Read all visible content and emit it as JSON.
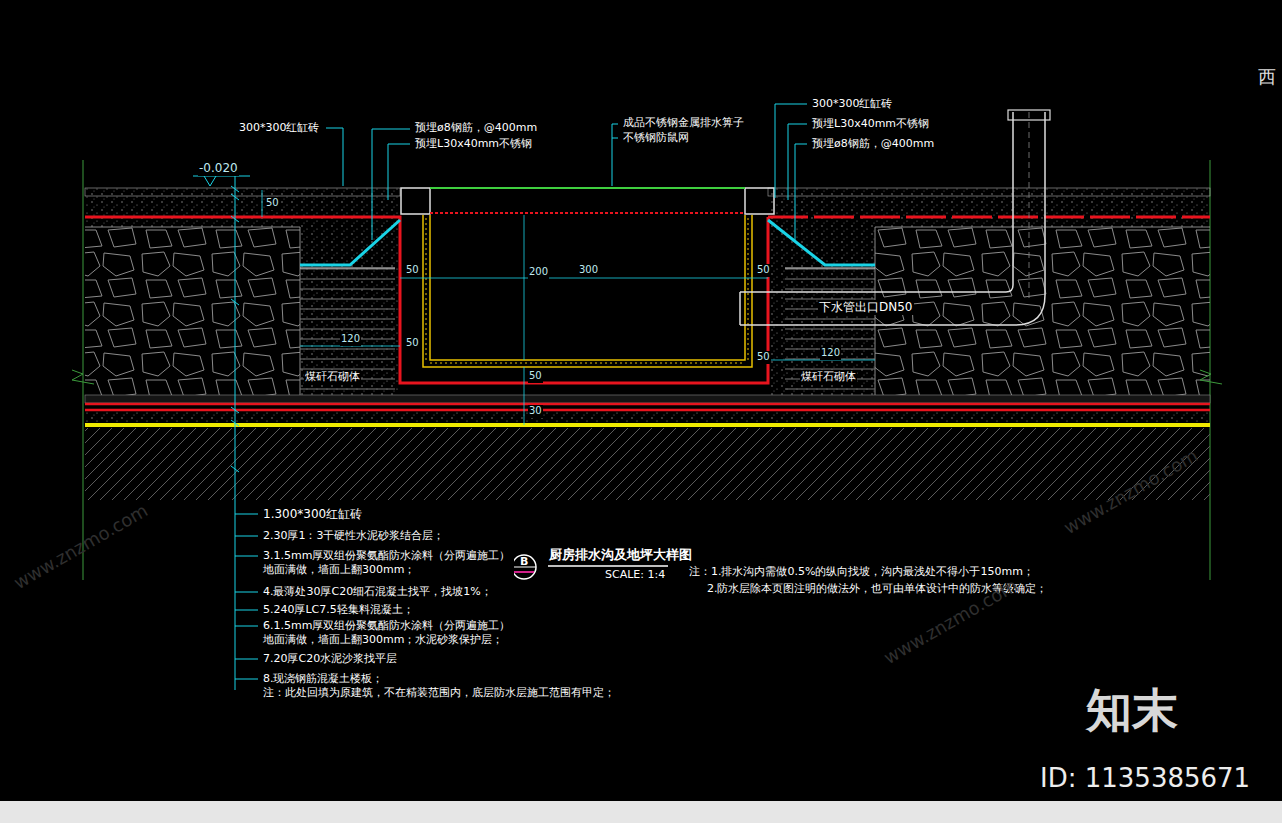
{
  "diagram": {
    "title": "厨房排水沟及地坪大样图",
    "labels": [
      "300*300红缸砖",
      "预埋ø8钢筋，@400mm",
      "预埋L30x40mm不锈钢",
      "成品不锈钢金属排水箅子",
      "不锈钢防鼠网",
      "300*300红缸砖",
      "预埋L30x40mm不锈钢",
      "预埋ø8钢筋，@400mm",
      "-0.020",
      "50",
      "50",
      "300",
      "200",
      "50",
      "120",
      "50",
      "50",
      "120",
      "50",
      "30",
      "下水管出口DN50",
      "煤矸石砌体",
      "煤矸石砌体",
      "1.300*300红缸砖",
      "2.30厚1：3干硬性水泥砂浆结合层；",
      "3.1.5mm厚双组份聚氨酯防水涂料（分两遍施工） 地面满做，墙面上翻300mm；",
      "4.最薄处30厚C20细石混凝土找平，找坡1%；",
      "5.240厚LC7.5轻集料混凝土；",
      "6.1.5mm厚双组份聚氨酯防水涂料（分两遍施工） 地面满做，墙面上翻300mm；水泥砂浆保护层；",
      "7.20厚C20水泥沙浆找平层",
      "8.现浇钢筋混凝土楼板；",
      "注：此处回填为原建筑，不在精装范围内，底层防水层施工范围有甲定；",
      "B",
      "SCALE: 1:4",
      "注：1.排水沟内需做0.5%的纵向找坡，沟内最浅处不得小于150mm；",
      "2.防水层除本页图注明的做法外，也可由单体设计中的防水等级确定；",
      "www.znzmo.com",
      "www.znzmo.com",
      "www.znzmo.com",
      "知末",
      "ID: 1135385671",
      "西"
    ]
  }
}
